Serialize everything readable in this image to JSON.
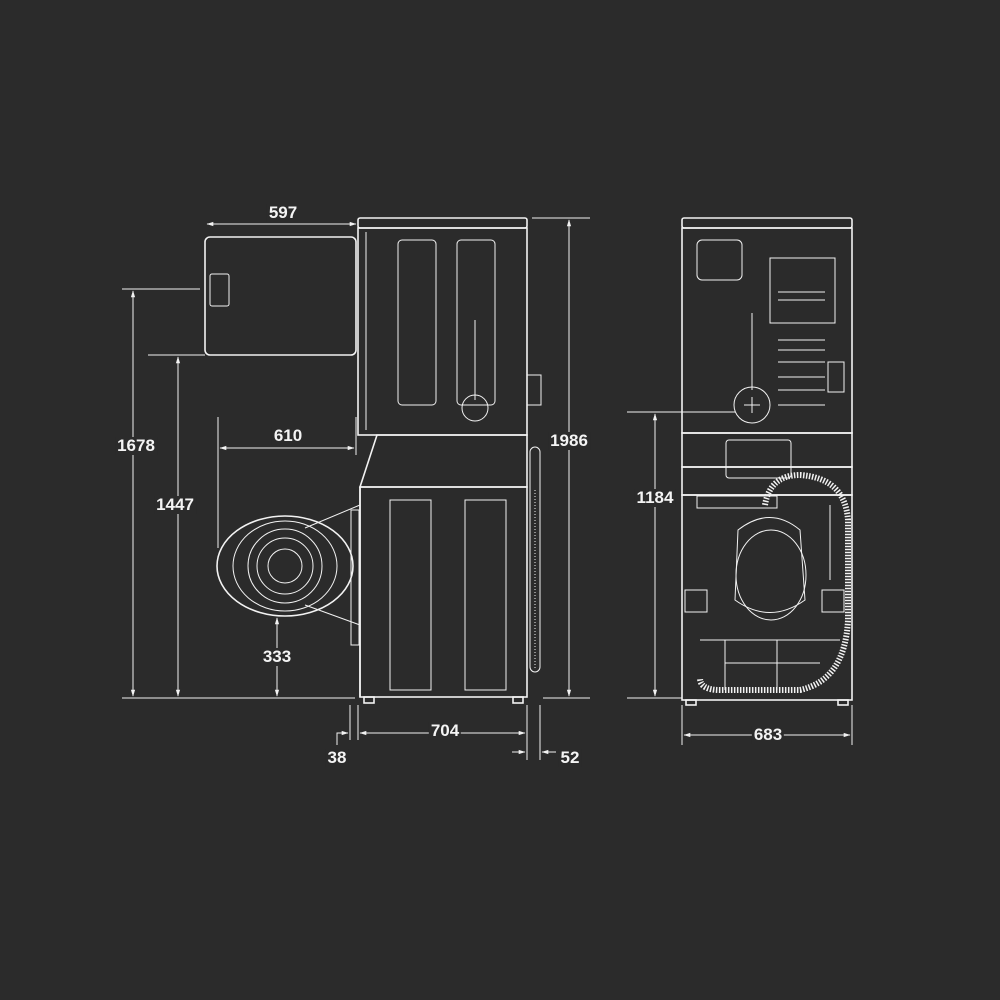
{
  "side_view": {
    "dims": {
      "door_width": "597",
      "dryer_door_height": "1678",
      "washer_door_top": "1447",
      "washer_door_width": "610",
      "washer_door_bottom": "333",
      "total_height": "1986",
      "depth": "704",
      "door_protrusion": "38",
      "hose_protrusion": "52"
    }
  },
  "rear_view": {
    "dims": {
      "inlet_height": "1184",
      "width": "683"
    }
  },
  "colors": {
    "background": "#2b2b2b",
    "line": "#f2f2f2"
  }
}
